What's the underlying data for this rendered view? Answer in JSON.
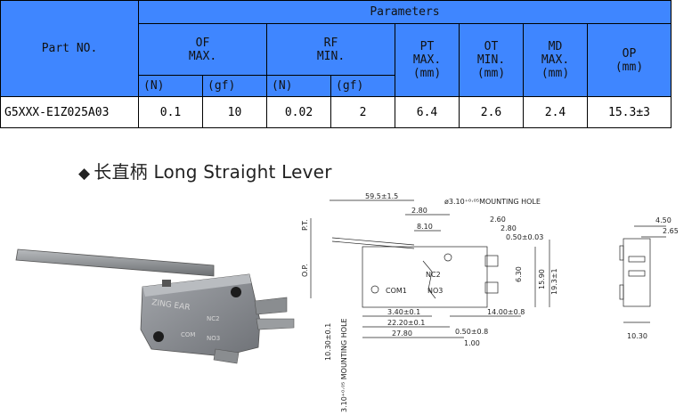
{
  "table": {
    "part_no_header": "Part NO.",
    "parameters_header": "Parameters",
    "groups": [
      {
        "line1": "OF",
        "line2": "MAX."
      },
      {
        "line1": "RF",
        "line2": "MIN."
      }
    ],
    "units": [
      "(N)",
      "(gf)",
      "(N)",
      "(gf)"
    ],
    "single_cols": [
      {
        "line1": "PT",
        "line2": "MAX.",
        "line3": "(mm)"
      },
      {
        "line1": "OT",
        "line2": "MIN.",
        "line3": "(mm)"
      },
      {
        "line1": "MD",
        "line2": "MAX.",
        "line3": "(mm)"
      },
      {
        "line1": "OP",
        "line2": "(mm)",
        "line3": ""
      }
    ],
    "row": {
      "part_no": "G5XXX-E1Z025A03",
      "values": [
        "0.1",
        "10",
        "0.02",
        "2",
        "6.4",
        "2.6",
        "2.4",
        "15.3±3"
      ]
    }
  },
  "section_title": {
    "bullet": "◆",
    "chinese": "长直柄",
    "english": "Long Straight Lever"
  },
  "photo": {
    "brand": "ZING EAR",
    "terminals": [
      "COM",
      "NC2",
      "NO3"
    ]
  },
  "drawing": {
    "labels": {
      "pt": "P.T.",
      "op": "O.P.",
      "com": "COM1",
      "nc": "NC2",
      "no": "NO3",
      "mount_hole_top": "ø3.10⁺⁰·⁰⁵MOUNTING HOLE",
      "mount_hole_side": "3.10⁺⁰·⁰⁵ MOUNTING HOLE"
    },
    "dims": {
      "d1": "59.5±1.5",
      "d2": "2.80",
      "d3": "8.10",
      "d4": "2.60",
      "d5": "2.80",
      "d6": "0.50±0.03",
      "d7": "6.30",
      "d8": "15.90",
      "d9": "19.3±1",
      "d10": "3.40±0.1",
      "d11": "22.20±0.1",
      "d12": "27.80",
      "d13": "0.50±0.8",
      "d14": "14.00±0.8",
      "d15": "1.00",
      "d16": "10.30±0.1"
    },
    "side_dims": {
      "a": "4.50",
      "b": "2.65",
      "c": "10.30"
    }
  },
  "colors": {
    "header_bg": "#3f86ff",
    "border": "#000000"
  }
}
